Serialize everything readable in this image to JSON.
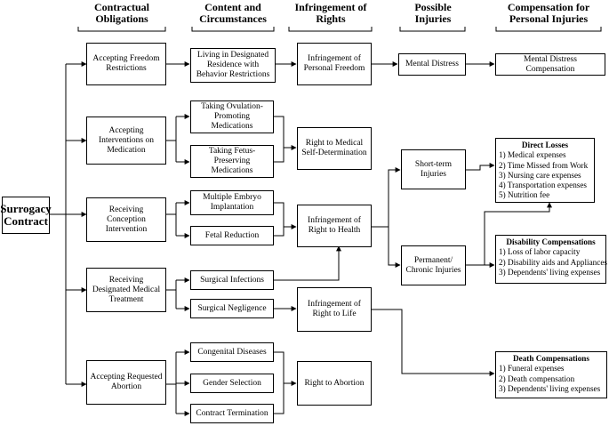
{
  "headers": {
    "obligations": "Contractual Obligations",
    "content": "Content and Circumstances",
    "infringement": "Infringement of Rights",
    "injuries": "Possible Injuries",
    "compensation": "Compensation for Personal Injuries"
  },
  "root": "Surrogacy Contract",
  "obligations": [
    "Accepting Freedom Restrictions",
    "Accepting Interventions on Medication",
    "Receiving Conception Intervention",
    "Receiving Designated Medical Treatment",
    "Accepting Requested Abortion"
  ],
  "content": [
    "Living in Designated Residence with Behavior Restrictions",
    "Taking Ovulation-Promoting Medications",
    "Taking Fetus-Preserving Medications",
    "Multiple Embryo Implantation",
    "Fetal Reduction",
    "Surgical Infections",
    "Surgical Negligence",
    "Congenital Diseases",
    "Gender Selection",
    "Contract Termination"
  ],
  "rights": [
    "Infringement of Personal Freedom",
    "Right to Medical Self-Determination",
    "Infringement of Right to Health",
    "Infringement of Right to Life",
    "Right to Abortion"
  ],
  "injuries": [
    "Mental Distress",
    "Short-term Injuries",
    "Permanent/ Chronic Injuries"
  ],
  "compensation": {
    "mental": "Mental Distress Compensation",
    "direct": {
      "title": "Direct Losses",
      "items": [
        "1) Medical expenses",
        "2) Time Missed from Work",
        "3) Nursing care expenses",
        "4) Transportation expenses",
        "5) Nutrition fee"
      ]
    },
    "disability": {
      "title": "Disability Compensations",
      "items": [
        "1) Loss of labor capacity",
        "2) Disability aids and Appliances",
        "3) Dependents' living expenses"
      ]
    },
    "death": {
      "title": "Death Compensations",
      "items": [
        "1) Funeral expenses",
        "2) Death compensation",
        "3) Dependents' living expenses"
      ]
    }
  }
}
